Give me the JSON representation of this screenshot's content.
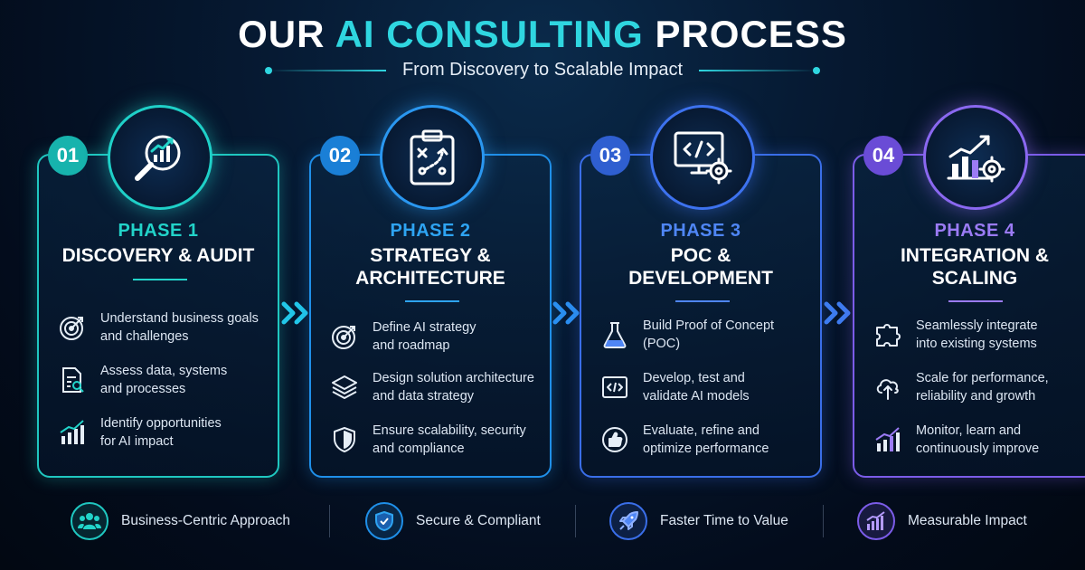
{
  "header": {
    "title_pre": "OUR ",
    "title_accent": "AI CONSULTING",
    "title_post": " PROCESS",
    "subtitle": "From Discovery to Scalable Impact"
  },
  "phases": [
    {
      "number": "01",
      "label": "PHASE 1",
      "title_line1": "DISCOVERY & AUDIT",
      "title_line2": "",
      "items": [
        {
          "line1": "Understand business goals",
          "line2": "and challenges"
        },
        {
          "line1": "Assess data, systems",
          "line2": "and processes"
        },
        {
          "line1": "Identify opportunities",
          "line2": "for AI impact"
        }
      ]
    },
    {
      "number": "02",
      "label": "PHASE 2",
      "title_line1": "STRATEGY &",
      "title_line2": "ARCHITECTURE",
      "items": [
        {
          "line1": "Define AI strategy",
          "line2": "and roadmap"
        },
        {
          "line1": "Design solution architecture",
          "line2": "and data strategy"
        },
        {
          "line1": "Ensure scalability, security",
          "line2": "and compliance"
        }
      ]
    },
    {
      "number": "03",
      "label": "PHASE 3",
      "title_line1": "POC &",
      "title_line2": "DEVELOPMENT",
      "items": [
        {
          "line1": "Build Proof of Concept",
          "line2": "(POC)"
        },
        {
          "line1": "Develop, test and",
          "line2": "validate AI models"
        },
        {
          "line1": "Evaluate, refine and",
          "line2": "optimize performance"
        }
      ]
    },
    {
      "number": "04",
      "label": "PHASE 4",
      "title_line1": "INTEGRATION &",
      "title_line2": "SCALING",
      "items": [
        {
          "line1": "Seamlessly integrate",
          "line2": "into existing systems"
        },
        {
          "line1": "Scale for performance,",
          "line2": "reliability and growth"
        },
        {
          "line1": "Monitor, learn and",
          "line2": "continuously improve"
        }
      ]
    }
  ],
  "footer": [
    {
      "label": "Business-Centric Approach",
      "icon": "team-icon"
    },
    {
      "label": "Secure & Compliant",
      "icon": "shield-check-icon"
    },
    {
      "label": "Faster Time to Value",
      "icon": "rocket-icon"
    },
    {
      "label": "Measurable Impact",
      "icon": "growth-chart-icon"
    }
  ],
  "colors": {
    "teal": "#1fc7c0",
    "blue": "#1f8fe8",
    "indigo": "#3a6ee8",
    "violet": "#7b5ce8"
  }
}
